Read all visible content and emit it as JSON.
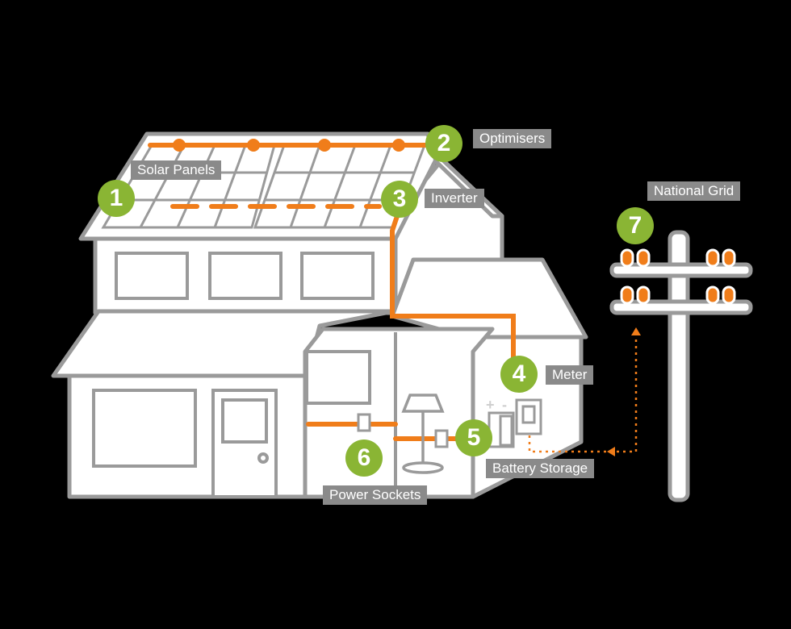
{
  "colors": {
    "background": "#000000",
    "house_outline": "#9a9a9a",
    "house_fill": "#ffffff",
    "cable": "#f07d1a",
    "badge": "#8ab534",
    "label_bg": "#8a8a8a"
  },
  "components": [
    {
      "number": "1",
      "label": "Solar Panels"
    },
    {
      "number": "2",
      "label": "Optimisers"
    },
    {
      "number": "3",
      "label": "Inverter"
    },
    {
      "number": "4",
      "label": "Meter"
    },
    {
      "number": "5",
      "label": "Battery Storage"
    },
    {
      "number": "6",
      "label": "Power Sockets"
    },
    {
      "number": "7",
      "label": "National Grid"
    }
  ],
  "battery_terminals": {
    "plus": "+",
    "minus": "-"
  },
  "icons": [
    "solar-panel-icon",
    "lamp-icon",
    "power-socket-icon",
    "battery-icon",
    "meter-icon",
    "utility-pole-icon",
    "insulator-icon"
  ]
}
